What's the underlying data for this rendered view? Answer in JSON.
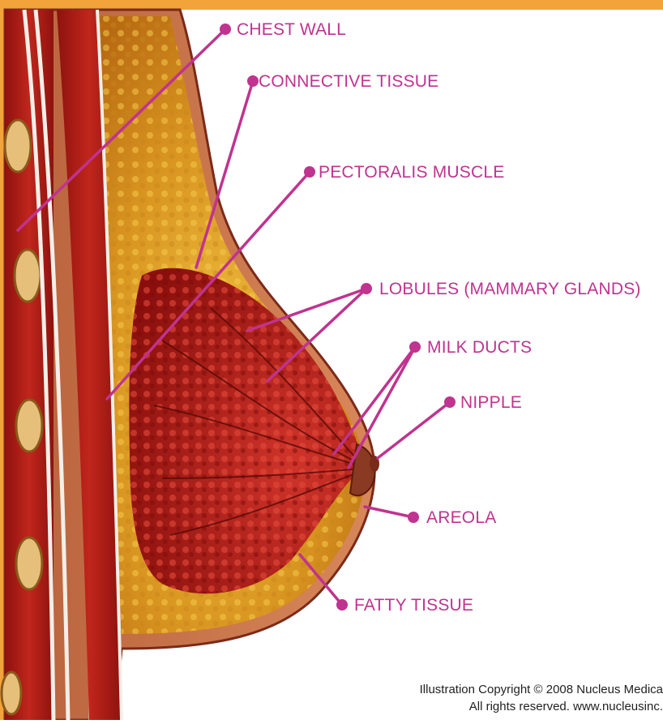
{
  "labels": {
    "chest_wall": "CHEST WALL",
    "connective_tissue": "CONNECTIVE TISSUE",
    "pectoralis_muscle": "PECTORALIS MUSCLE",
    "lobules": "LOBULES (MAMMARY GLANDS)",
    "milk_ducts": "MILK DUCTS",
    "nipple": "NIPPLE",
    "areola": "AREOLA",
    "fatty_tissue": "FATTY TISSUE"
  },
  "credit": {
    "line1": "Illustration Copyright © 2008 Nucleus Medica",
    "line2": "All rights reserved. www.nucleusinc."
  },
  "colors": {
    "label": "#c0338f",
    "frame": "#f2a33a",
    "skin": "#c8734a",
    "fat": "#e0a020",
    "gland": "#b51d1a",
    "muscle": "#a51510"
  }
}
